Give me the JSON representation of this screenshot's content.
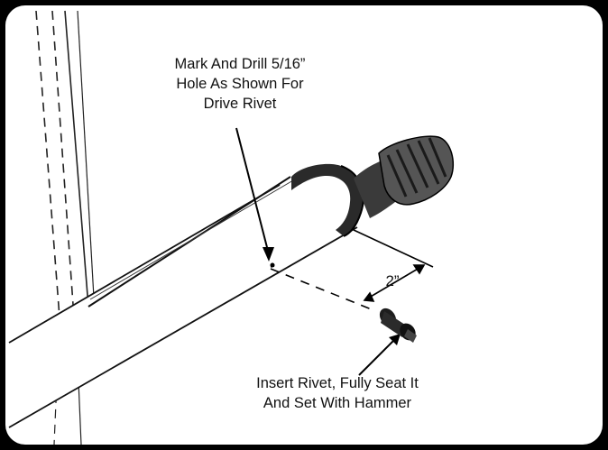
{
  "callouts": {
    "drill": {
      "line1": "Mark And Drill 5/16”",
      "line2": "Hole As Shown For",
      "line3": "Drive Rivet"
    },
    "rivet": {
      "line1": "Insert Rivet, Fully Seat It",
      "line2": "And Set With Hammer"
    }
  },
  "dimension": {
    "label": "2”"
  }
}
